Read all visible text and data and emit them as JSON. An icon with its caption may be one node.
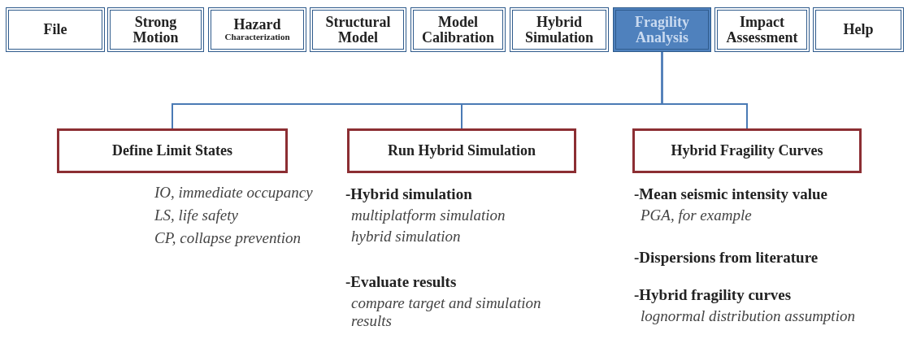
{
  "diagram": {
    "nodes": [
      {
        "text": [
          "File"
        ]
      },
      {
        "text": [
          "Strong Motion"
        ]
      },
      {
        "text": [
          "Hazard",
          "Characterization"
        ]
      },
      {
        "text": [
          "Structural Model"
        ]
      },
      {
        "text": [
          "Model Calibration"
        ]
      },
      {
        "text": [
          "Hybrid Simulation"
        ]
      },
      {
        "text": [
          "Fragility Analysis"
        ]
      },
      {
        "text": [
          "Impact Assessment"
        ]
      },
      {
        "text": [
          "Help"
        ]
      },
      {
        "text": [
          "Define Limit States"
        ],
        "beside": [
          "IO, immediate occupancy",
          "LS, life safety",
          "CP, collapse prevention"
        ]
      },
      {
        "text": [
          "Run Hybrid Simulation"
        ],
        "beside": [
          "-Hybrid simulation",
          "multiplatform simulation",
          "hybrid simulation",
          "-Evaluate results",
          "compare target and simulation results"
        ]
      },
      {
        "text": [
          "Hybrid Fragility Curves"
        ],
        "beside": [
          "-Mean seismic intensity value",
          "PGA, for example",
          "-Dispersions from literature",
          "-Hybrid fragility curves",
          "lognormal distribution assumption"
        ]
      }
    ],
    "edges": [
      {
        "from": 6,
        "to": 9,
        "arrow": "none"
      },
      {
        "from": 6,
        "to": 10,
        "arrow": "none"
      },
      {
        "from": 6,
        "to": 11,
        "arrow": "none"
      }
    ]
  }
}
